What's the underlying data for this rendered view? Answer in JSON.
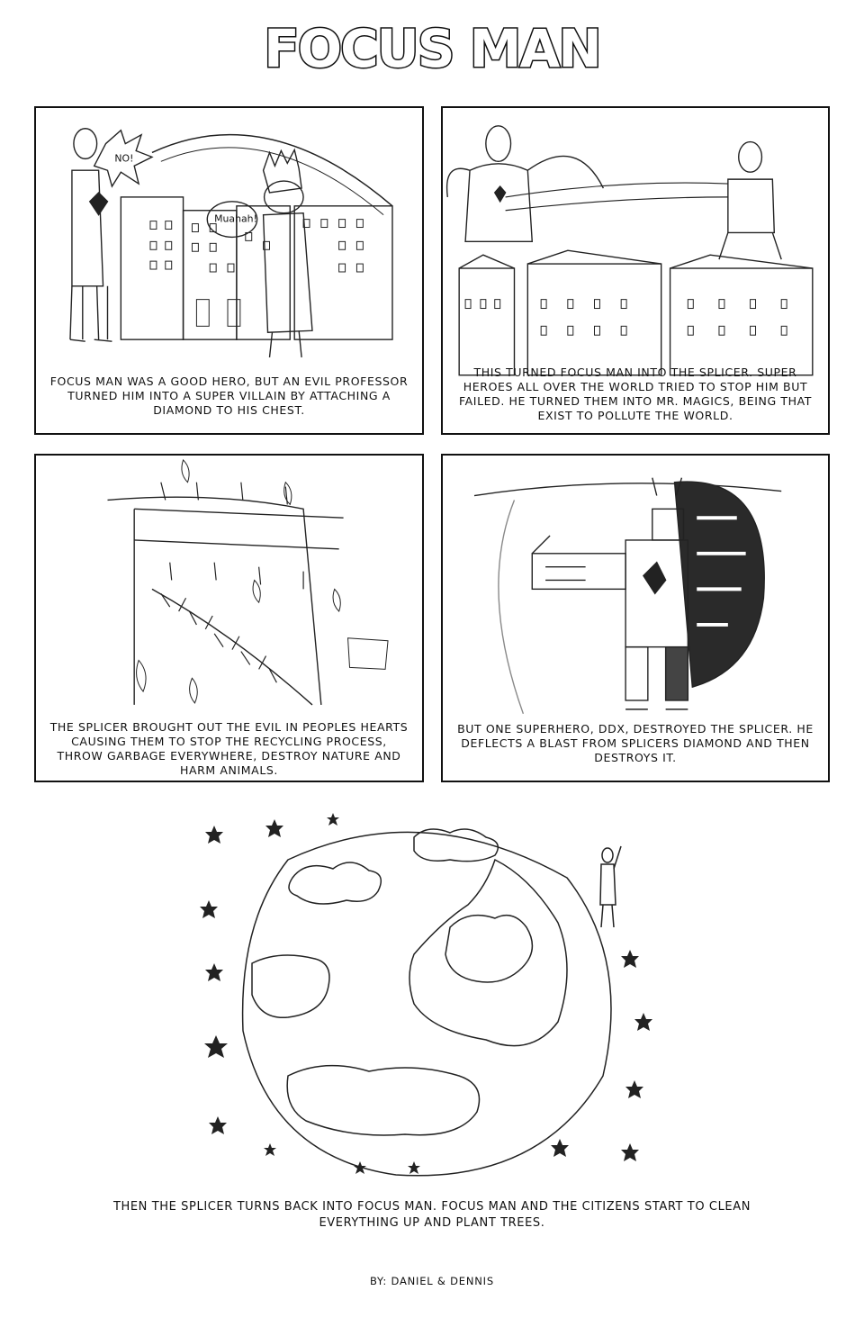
{
  "title": "FOCUS MAN",
  "panels": [
    {
      "caption": "FOCUS MAN WAS A GOOD HERO, BUT AN EVIL PROFESSOR TURNED HIM INTO A SUPER VILLAIN BY ATTACHING A DIAMOND TO HIS CHEST.",
      "speech": [
        "NO!",
        "Muahah!"
      ]
    },
    {
      "caption": "THIS TURNED FOCUS MAN INTO THE SPLICER. SUPER HEROES ALL OVER THE WORLD TRIED TO STOP HIM BUT FAILED. HE TURNED THEM INTO MR. MAGICS, BEING THAT EXIST TO POLLUTE THE WORLD."
    },
    {
      "caption": "THE SPLICER BROUGHT OUT THE EVIL IN PEOPLES HEARTS CAUSING THEM TO STOP THE RECYCLING PROCESS, THROW GARBAGE EVERYWHERE, DESTROY NATURE AND HARM ANIMALS."
    },
    {
      "caption": "BUT ONE SUPERHERO, DDX, DESTROYED THE SPLICER. HE DEFLECTS A BLAST FROM SPLICERS DIAMOND AND THEN DESTROYS IT."
    }
  ],
  "final_caption": "THEN THE SPLICER TURNS BACK INTO FOCUS MAN. FOCUS MAN AND THE CITIZENS START TO CLEAN EVERYTHING UP AND PLANT TREES.",
  "credits": "BY: DANIEL & DENNIS"
}
